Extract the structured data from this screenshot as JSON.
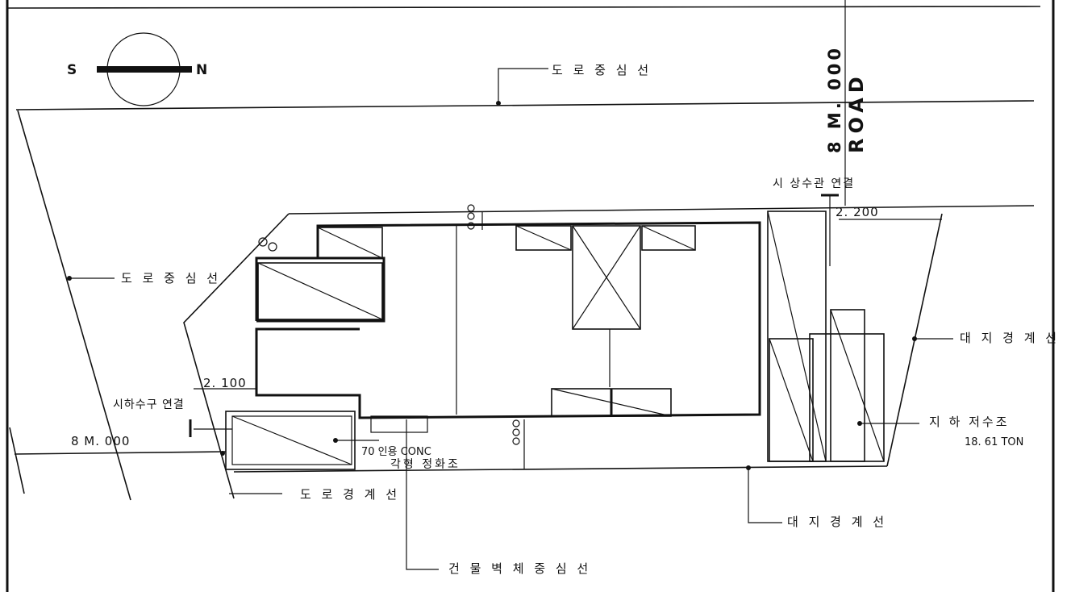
{
  "compass": {
    "south": "S",
    "north": "N"
  },
  "labels": {
    "road_centerline_top": "도 로 중 심 선",
    "road_centerline_left": "도 로 중 심 선",
    "road_text": "ROAD",
    "road_width": "8 M. 000",
    "water_pipe": "시 상수관 연결",
    "sewer_pipe": "시하수구 연결",
    "lot_boundary_right": "대 지 경 계 선",
    "lot_boundary_bottom": "대 지 경 계 선",
    "road_boundary": "도 로 경 계 선",
    "building_centerline": "건 물 벽 체 중 심 선",
    "tank_label": "지 하 저수조",
    "tank_capacity": "18. 61 TON",
    "septic_line1": "70 인용 CONC",
    "septic_line2": "각형 정화조",
    "left_road_dim": "8 M. 000"
  },
  "dimensions": {
    "setback_right": "2. 200",
    "setback_left": "2. 100",
    "front_dim": "8 M. 000"
  }
}
